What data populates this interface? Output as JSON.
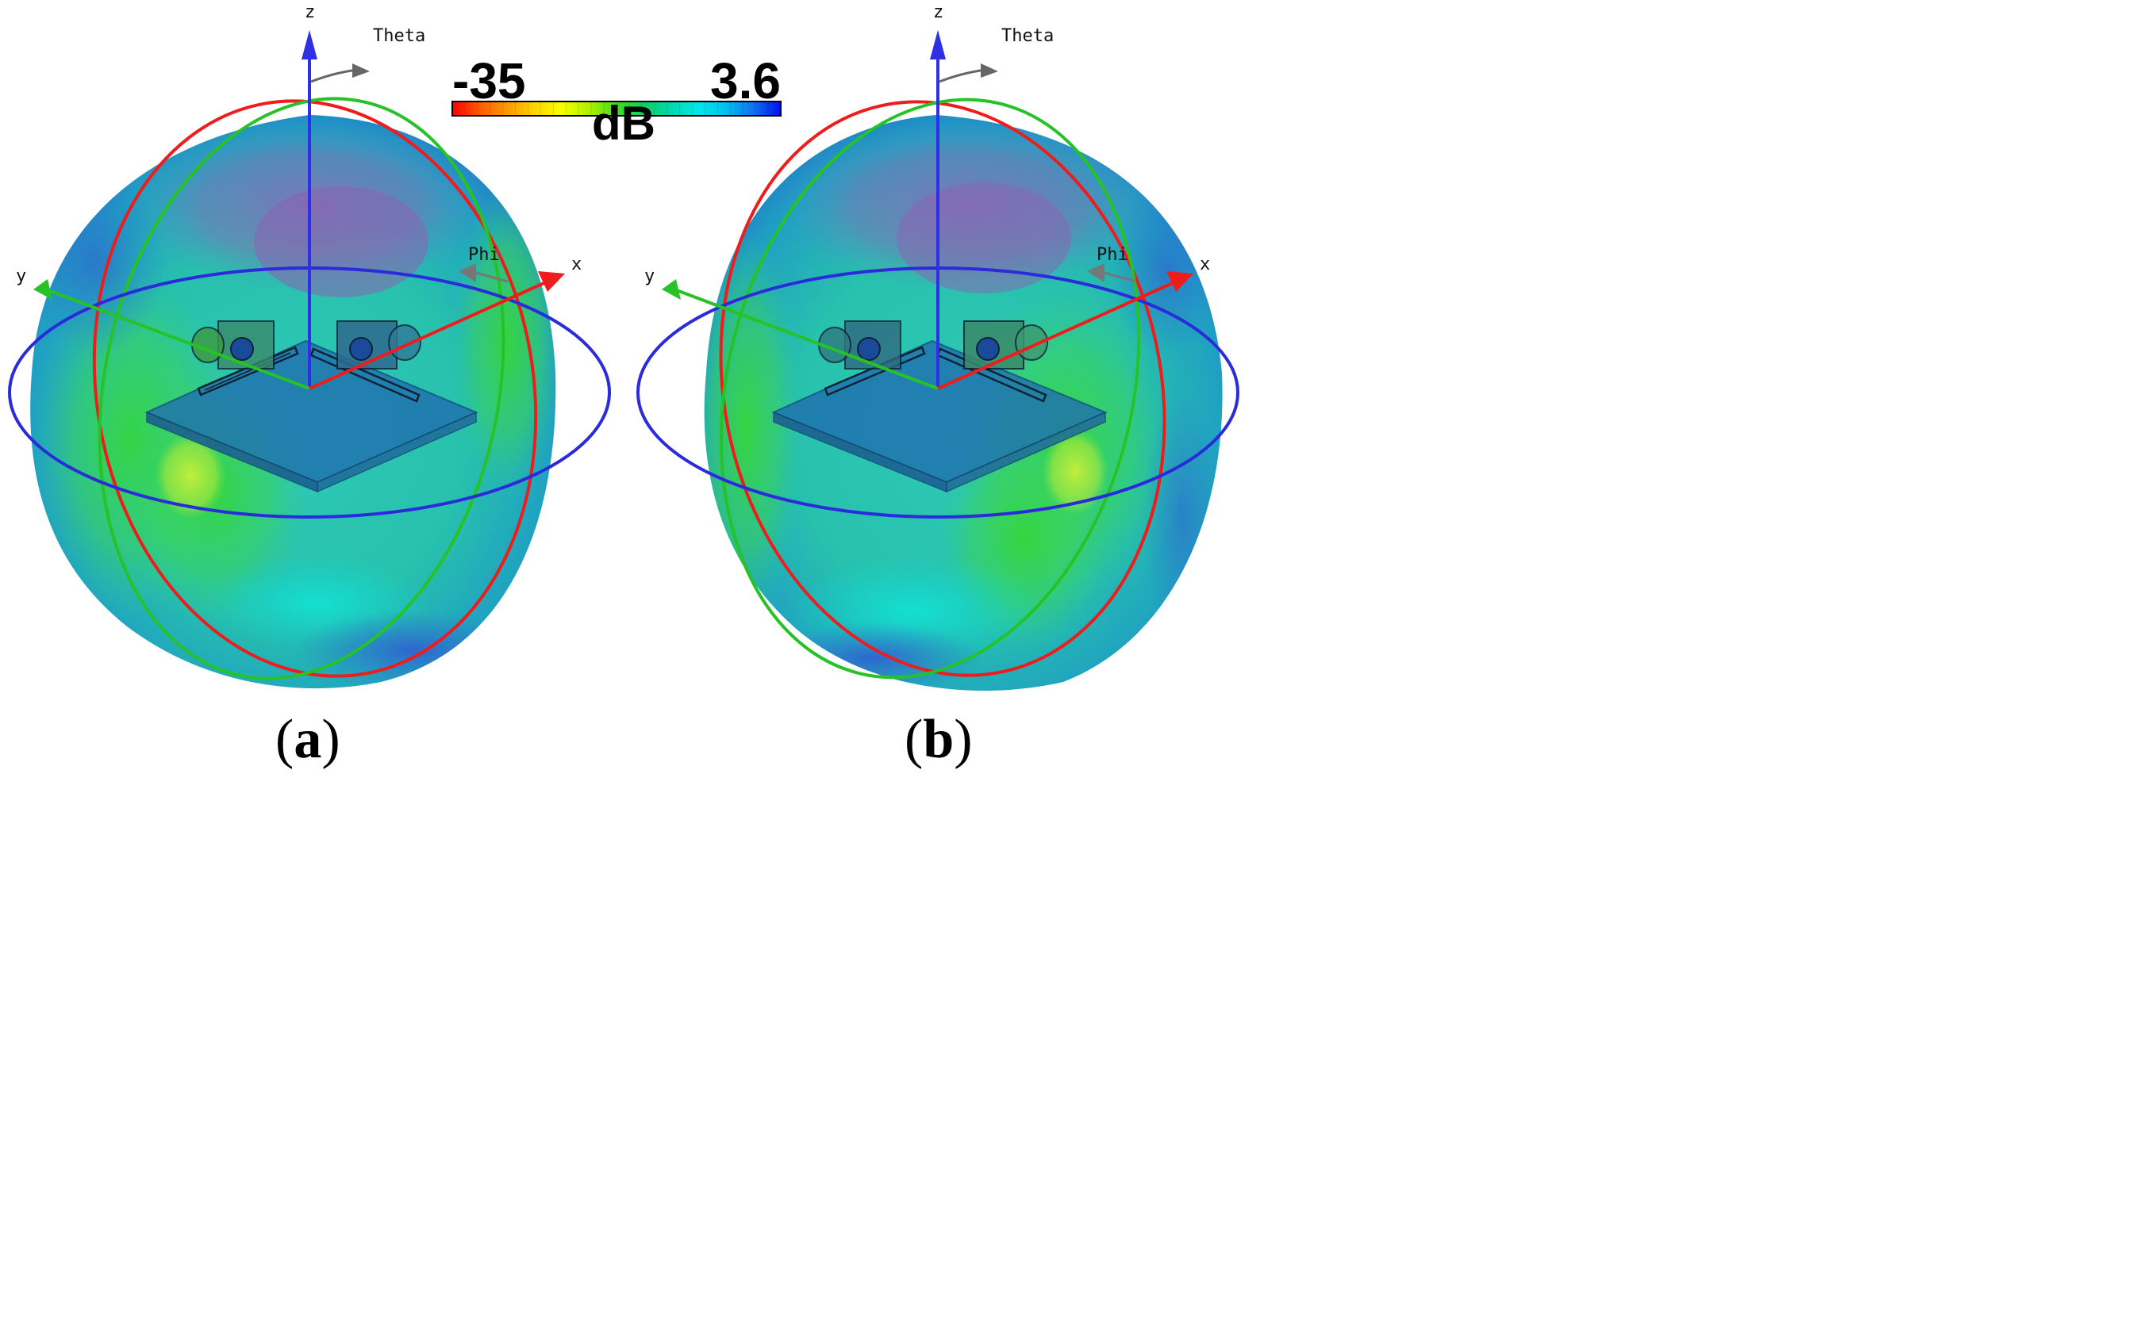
{
  "colorbar": {
    "min_label": "-35",
    "max_label": "3.6",
    "unit": "dB",
    "colors": [
      "#ff0000",
      "#ff5a00",
      "#ff9a00",
      "#ffd500",
      "#f7ff00",
      "#b0f000",
      "#40dd20",
      "#10d060",
      "#00d8b0",
      "#00e8e8",
      "#00c0f0",
      "#1070f0",
      "#0010f0"
    ]
  },
  "axes": {
    "x": "x",
    "y": "y",
    "z": "z",
    "theta": "Theta",
    "phi": "Phi"
  },
  "panels": [
    {
      "caption_open": "(",
      "caption_letter": "a",
      "caption_close": ")"
    },
    {
      "caption_open": "(",
      "caption_letter": "b",
      "caption_close": ")"
    }
  ]
}
